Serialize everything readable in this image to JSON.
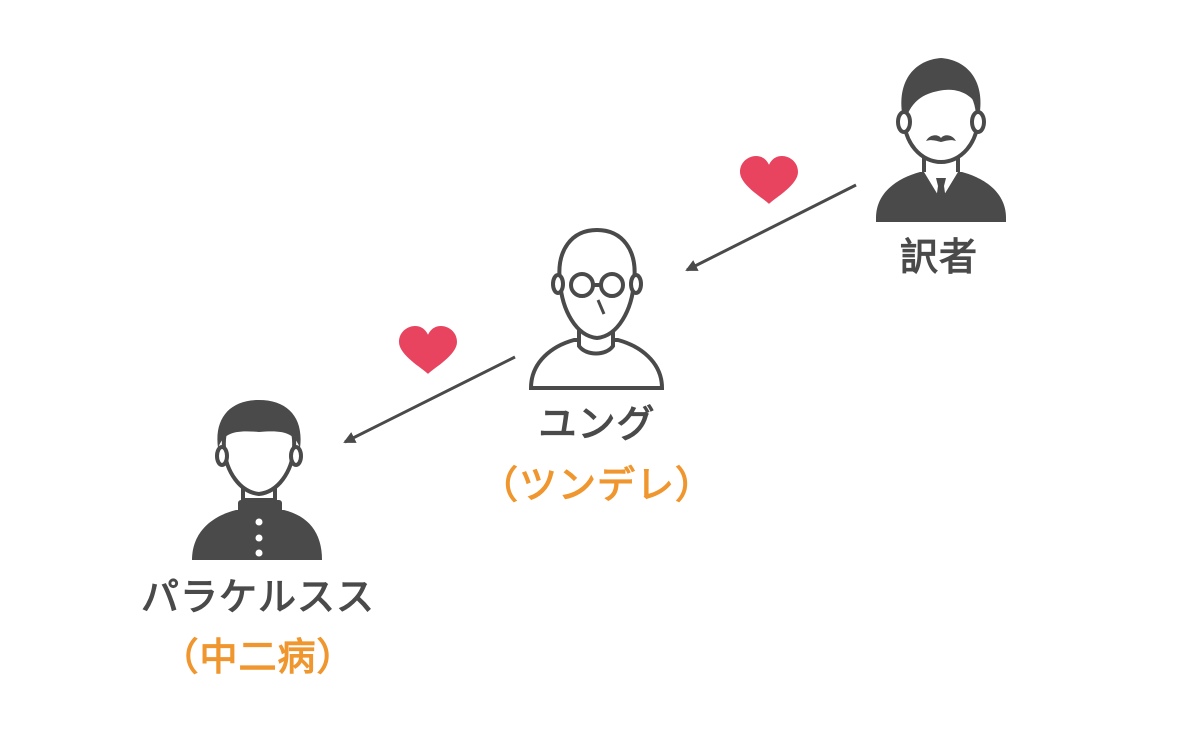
{
  "nodes": [
    {
      "id": "translator",
      "name": "訳者",
      "sub": ""
    },
    {
      "id": "jung",
      "name": "ユング",
      "sub": "（ツンデレ）"
    },
    {
      "id": "paracelsus",
      "name": "パラケルスス",
      "sub": "（中二病）"
    }
  ],
  "edges": [
    {
      "from": "translator",
      "to": "jung",
      "label": "heart-icon"
    },
    {
      "from": "jung",
      "to": "paracelsus",
      "label": "heart-icon"
    }
  ],
  "colors": {
    "figure": "#4a4a4a",
    "text": "#4a4a4a",
    "accent": "#f0962e",
    "heart": "#e8435f"
  }
}
